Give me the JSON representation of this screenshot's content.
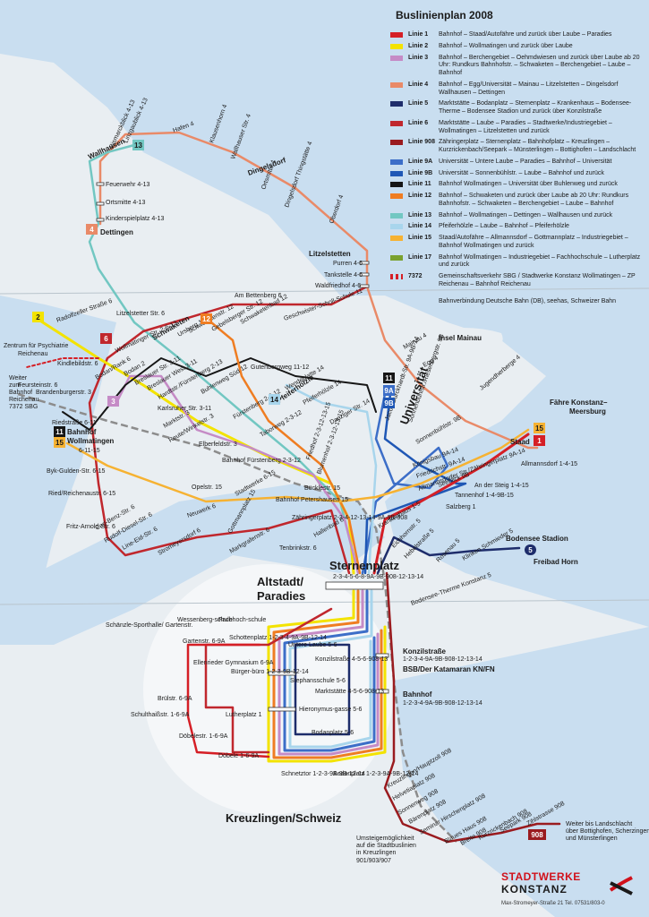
{
  "legend": {
    "title": "Buslinienplan 2008",
    "lines": [
      {
        "id": "1",
        "name": "Linie 1",
        "color": "#d51f26",
        "desc": "Bahnhof – Staad/Autofähre und zurück über Laube – Paradies"
      },
      {
        "id": "2",
        "name": "Linie 2",
        "color": "#f3e300",
        "desc": "Bahnhof – Wollmatingen und zurück über Laube"
      },
      {
        "id": "3",
        "name": "Linie 3",
        "color": "#c58bc6",
        "desc": "Bahnhof – Berchengebiet – Oehmdwiesen und zurück über Laube ab 20 Uhr: Rundkurs Bahnhofstr. – Schwaketen – Berchengebiet – Laube – Bahnhof"
      },
      {
        "id": "4",
        "name": "Linie 4",
        "color": "#e98a68",
        "desc": "Bahnhof – Egg/Universität – Mainau – Litzelstetten – Dingelsdorf Wallhausen – Dettingen"
      },
      {
        "id": "5",
        "name": "Linie 5",
        "color": "#1e2d6b",
        "desc": "Marktstätte – Bodanplatz – Sternenplatz – Krankenhaus – Bodensee-Therme – Bodensee Stadion und zurück über Konzilstraße"
      },
      {
        "id": "6",
        "name": "Linie 6",
        "color": "#c0272d",
        "desc": "Marktstätte – Laube – Paradies – Stadtwerke/Industriegebiet – Wollmatingen – Litzelstetten und zurück"
      },
      {
        "id": "908",
        "name": "Linie 908",
        "color": "#9a1b1f",
        "desc": "Zähringerplatz – Sternenplatz – Bahnhofplatz – Kreuzlingen – Kurzrickenbach/Seepark – Münsterlingen – Bottighofen – Landschlacht"
      },
      {
        "id": "9A",
        "name": "Linie 9A",
        "color": "#3c6ec8",
        "desc": "Universität – Untere Laube – Paradies – Bahnhof – Universität"
      },
      {
        "id": "9B",
        "name": "Linie 9B",
        "color": "#1f57b5",
        "desc": "Universität – Sonnenbühlstr. – Laube – Bahnhof und zurück"
      },
      {
        "id": "11",
        "name": "Linie 11",
        "color": "#161616",
        "desc": "Bahnhof Wollmatingen – Universität über Buhlenweg und zurück"
      },
      {
        "id": "12",
        "name": "Linie 12",
        "color": "#ef7d22",
        "desc": "Bahnhof – Schwaketen und zurück über Laube ab 20 Uhr: Rundkurs Bahnhofstr. – Schwaketen – Berchengebiet – Laube – Bahnhof"
      },
      {
        "id": "13",
        "name": "Linie 13",
        "color": "#72c7c2",
        "desc": "Bahnhof – Wollmatingen – Dettingen – Wallhausen und zurück"
      },
      {
        "id": "14",
        "name": "Linie 14",
        "color": "#a8d5ec",
        "desc": "Pfeiferhölzle – Laube – Bahnhof – Pfeiferhölzle"
      },
      {
        "id": "15",
        "name": "Linie 15",
        "color": "#f6b232",
        "desc": "Staad/Autofähre – Allmannsdorf – Gottmannplatz – Industriegebiet – Bahnhof Wollmatingen und zurück"
      },
      {
        "id": "17",
        "name": "Linie 17",
        "color": "#7aa12e",
        "desc": "Bahnhof Wollmatingen – Industriegebiet – Fachhochschule – Lutherplatz und zurück"
      },
      {
        "id": "7372",
        "name": "7372",
        "color": "#d51f26",
        "desc": "Gemeinschaftsverkehr SBG / Stadtwerke Konstanz Wollmatingen – ZP Reichenau – Bahnhof Reichenau"
      }
    ],
    "rail_note": "Bahnverbindung Deutsche Bahn (DB), seehas, Schweizer Bahn"
  },
  "map": {
    "colors": {
      "land": "#e9eef2",
      "lake": "#c9def0",
      "rail": "#8c8c8c"
    },
    "areas": {
      "altstadt": "Altstadt/ Paradies",
      "sternenplatz": "Sternenplatz",
      "sternenplatz_lines": "2-3-4-5-6-8-9A-9B-908-12-13-14",
      "kreuzlingen": "Kreuzlingen/Schweiz",
      "insel_mainau": "Insel Mainau",
      "faehre": "Fähre Konstanz– Meersburg",
      "bodensee_stadion": "Bodensee Stadion",
      "freibad_horn": "Freibad Horn",
      "universitaet": "Universität",
      "wallhausen": "Wallhausen",
      "dettingen": "Dettingen",
      "dingelsdorf": "Dingelsdorf",
      "litzelstetten": "Litzelstetten",
      "schwaketen": "Schwaketen",
      "pfeiferhoelzle": "Pfeiferhölzle",
      "bf_wollmatingen": "Bahnhof Wollmatingen",
      "staad": "Staad",
      "konzilstrasse": "Konzilstraße",
      "bahnhof": "Bahnhof",
      "bahnhof_lines": "1-2-3-4-9A-9B-908-12-13-14",
      "konzil_lines": "1-2-3-4-9A-9B-908-12-13-14",
      "bsb": "BSB/Der Katamaran KN/FN",
      "zentrum": "Zentrum für Psychiatrie Reichenau",
      "weiter": "Weiter zum Bahnhof Reichenau 7372 SBG",
      "weiter_ch": "Weiter bis Landschlacht über Bottighofen, Scherzingen und Münsterlingen",
      "umsteige": "Umsteigemöglichkeit auf die Stadtbuslinien in Kreuzlingen 901/903/907"
    },
    "stops": [
      {
        "k": "s_bismarck",
        "t": "Bismarckblick 4-13"
      },
      {
        "k": "s_linzgau",
        "t": "Linzgaublick 4-13"
      },
      {
        "k": "s_hafen",
        "t": "Hafen 4"
      },
      {
        "k": "s_feuerwehr",
        "t": "Feuerwehr 4-13"
      },
      {
        "k": "s_ortsmitte",
        "t": "Ortsmitte 4-13"
      },
      {
        "k": "s_kinderspiel",
        "t": "Kinderspielplatz 4-13"
      },
      {
        "k": "s_klausenhorn",
        "t": "Klausenhorn 4"
      },
      {
        "k": "s_wallhauserstr",
        "t": "Wallhauser Str. 4"
      },
      {
        "k": "s_ortsmitte4",
        "t": "Ortsmitte 4"
      },
      {
        "k": "s_thingstaette",
        "t": "Dingelsdorf Thingstätte 4"
      },
      {
        "k": "s_oberdorf",
        "t": "Oberdorf 4"
      },
      {
        "k": "s_purren",
        "t": "Purren 4-6"
      },
      {
        "k": "s_tankstelle",
        "t": "Tankstelle 4-6"
      },
      {
        "k": "s_waldfriedhof",
        "t": "Waldfriedhof 4-6"
      },
      {
        "k": "s_radolfzeller",
        "t": "Radolfzeller Straße 6"
      },
      {
        "k": "s_ambettenberg",
        "t": "Am Bettenberg 6"
      },
      {
        "k": "s_litzelstetterstr",
        "t": "Litzelstetter Str. 6"
      },
      {
        "k": "s_wollmatingerstr",
        "t": "Wollmatinger Str. 2-6-13"
      },
      {
        "k": "s_ursberg",
        "t": "Ursberg 12"
      },
      {
        "k": "s_schwaketenstr",
        "t": "Schwaketenstr. 12"
      },
      {
        "k": "s_gebelsberger",
        "t": "Gebelsberger Str. 12"
      },
      {
        "k": "s_schwaketenbad",
        "t": "Schwaketenbad 12"
      },
      {
        "k": "s_geschwister",
        "t": "Geschwister-Scholl-Schule 11"
      },
      {
        "k": "s_kindlebild",
        "t": "Kindlebildstr. 6"
      },
      {
        "k": "s_bodanbodan",
        "t": "Bodan/Rank 6"
      },
      {
        "k": "s_bodan2",
        "t": "Bodan 2"
      },
      {
        "k": "s_breslauer",
        "t": "Breslauer Str. 3-11"
      },
      {
        "k": "s_breslauerwest",
        "t": "Breslauer West 3-11"
      },
      {
        "k": "s_hardtstr",
        "t": "Hardtstr./Fürstenberg 2-13"
      },
      {
        "k": "s_buhlenweg",
        "t": "Buhlenweg Süd 12"
      },
      {
        "k": "s_gutenberg",
        "t": "Gutenbergweg 11-12"
      },
      {
        "k": "s_wendeplatte",
        "t": "Wendeplatte 14"
      },
      {
        "k": "s_pfeiferhoelzle14",
        "t": "Pfeiferhölzle 14"
      },
      {
        "k": "s_danzigerstr",
        "t": "Danziger Str. 14"
      },
      {
        "k": "s_feursteinstr",
        "t": "Feursteinstr. 6"
      },
      {
        "k": "s_brandenburger",
        "t": "Brandenburgerstr. 3"
      },
      {
        "k": "s_karlsruher",
        "t": "Karlsruher Str. 3-11"
      },
      {
        "k": "s_marktstr",
        "t": "Marktstr. 3"
      },
      {
        "k": "s_reutewinkel",
        "t": "Reute/Winkelstr. 3"
      },
      {
        "k": "s_fuerstenberg",
        "t": "Fürstenberg 2-3-12"
      },
      {
        "k": "s_riedstrasse",
        "t": "Riedstraße 6-11"
      },
      {
        "k": "s_elberfeld",
        "t": "Elberfeldstr. 3"
      },
      {
        "k": "s_taborweg",
        "t": "Taborweg 2-3-12"
      },
      {
        "k": "s_jacobburck",
        "t": "Jacob-Burckhardt-Str. 9A-9B-14"
      },
      {
        "k": "s_sonnenbuehl",
        "t": "Sonnenbühlstr./Riesenbergstr. 9B"
      },
      {
        "k": "s_sonnenbuehl2",
        "t": "Sonnenbühlstr. 9B"
      },
      {
        "k": "s_mainau",
        "t": "Mainau 4"
      },
      {
        "k": "s_egg",
        "t": "Egg 4"
      },
      {
        "k": "s_jugendherberge",
        "t": "Jugendherberge 4"
      },
      {
        "k": "s_bykguiden",
        "t": "Byk-Gulden-Str. 6-15"
      },
      {
        "k": "s_bfwollm",
        "t": "6-11-15"
      },
      {
        "k": "s_bffuerstenberg",
        "t": "Bahnhof Fürstenberg 2-3-12"
      },
      {
        "k": "s_friedhof",
        "t": "Friedhof 2-3-12-13-15"
      },
      {
        "k": "s_blumenhof",
        "t": "Blumenhof 2-3-12-13-15"
      },
      {
        "k": "s_koenigsbau",
        "t": "Königsbau 9A-14"
      },
      {
        "k": "s_friedrichstr",
        "t": "Friedrichstr. 9A-14"
      },
      {
        "k": "s_allmannsdorfer",
        "t": "Allmannsdorfer Str./Zähringerplatz 9A-14"
      },
      {
        "k": "s_seeblick",
        "t": "Seeblick 9B"
      },
      {
        "k": "s_allmannsdorf",
        "t": "Allmannsdorf 1-4-15"
      },
      {
        "k": "s_ansteig",
        "t": "An der Steig 1-4-15"
      },
      {
        "k": "s_tannenhof",
        "t": "Tannenhof 1-4-9B-15"
      },
      {
        "k": "s_ried",
        "t": "Ried/Reichenaustr. 6-15"
      },
      {
        "k": "s_opelstr",
        "t": "Opelstr. 15"
      },
      {
        "k": "s_stadtwerke",
        "t": "Stadtwerke 6-15"
      },
      {
        "k": "s_buecklestr",
        "t": "Bücklestr. 15"
      },
      {
        "k": "s_bfpetershausen",
        "t": "Bahnhof Petershausen 15"
      },
      {
        "k": "s_zaehringer",
        "t": "Zähringerplatz 2-3-4-12-13-14-9A-9B-908"
      },
      {
        "k": "s_salzberg",
        "t": "Salzberg 1"
      },
      {
        "k": "s_krankenhaus",
        "t": "Krankenhaus 1-5"
      },
      {
        "k": "s_fritzarnold",
        "t": "Fritz-Arnold-Str. 6"
      },
      {
        "k": "s_carlbenz",
        "t": "Carl-Benz-Str. 6"
      },
      {
        "k": "s_rudolfdiesel",
        "t": "Rudolf-Diesel-Str. 6"
      },
      {
        "k": "s_lineeid",
        "t": "Line-Eid-Str. 6"
      },
      {
        "k": "s_stromeyer",
        "t": "Stromeyersdorf 6"
      },
      {
        "k": "s_neuwerk",
        "t": "Neuwerk 6"
      },
      {
        "k": "s_gottmann",
        "t": "Gottmannplatz 15"
      },
      {
        "k": "s_markgrafen",
        "t": "Markgrafenstr. 6"
      },
      {
        "k": "s_tenbrink",
        "t": "Tenbrinkstr. 6"
      },
      {
        "k": "s_hallenbad",
        "t": "Hallenbad 6"
      },
      {
        "k": "s_eichhorn",
        "t": "Eichhornstr. 5"
      },
      {
        "k": "s_hebelstr",
        "t": "Hebelstraße 5"
      },
      {
        "k": "s_rosenau",
        "t": "Rosenau 5"
      },
      {
        "k": "s_klinken",
        "t": "Klinken Schmieder 5"
      },
      {
        "k": "s_therme",
        "t": "Bodensee-Therme Konstanz 5"
      },
      {
        "k": "s_schaenzle",
        "t": "Schänzle-Sporthalle/ Gartenstr."
      },
      {
        "k": "s_wessenberg",
        "t": "Wessenberg-schule"
      },
      {
        "k": "s_fachhoch",
        "t": "Fachhoch-schule"
      },
      {
        "k": "s_gartenstr",
        "t": "Gartenstr. 6-9A"
      },
      {
        "k": "s_schottenplatz",
        "t": "Schottenplatz 1-2-3-4-9A-9B-12-14"
      },
      {
        "k": "s_untere",
        "t": "Untere Laube 5-6"
      },
      {
        "k": "s_ellenrieder",
        "t": "Ellenrieder Gymnasium 6-9A"
      },
      {
        "k": "s_buerger",
        "t": "Bürger-büro 1-2-3-9B-12-14"
      },
      {
        "k": "s_konzilstr5",
        "t": "Konzilstraße 4-5-6-908-13"
      },
      {
        "k": "s_stephans",
        "t": "Stephansschule 5-6"
      },
      {
        "k": "s_marktstaette",
        "t": "Marktstätte 4-5-6-908-13"
      },
      {
        "k": "s_bruelstr",
        "t": "Brülstr. 6-9A"
      },
      {
        "k": "s_schulthaiss",
        "t": "Schulthaißstr. 1-6-9A"
      },
      {
        "k": "s_lutherplatz",
        "t": "Lutherplatz 1"
      },
      {
        "k": "s_hieronymus",
        "t": "Hieronymus-gasse 5-6"
      },
      {
        "k": "s_doebelestr",
        "t": "Döbelestr. 1-6-9A"
      },
      {
        "k": "s_bodanplatz56",
        "t": "Bodanplatz 5-6"
      },
      {
        "k": "s_doebele",
        "t": "Döbele 1-6-9A"
      },
      {
        "k": "s_schnetztor",
        "t": "Schnetztor 1-2-3-9A-9B-12-14"
      },
      {
        "k": "s_bodanplatz",
        "t": "Bodanplatz 1-2-3-9A-9B-12-14"
      },
      {
        "k": "s_kreuzlhaupt",
        "t": "Kreuzlingen/Hauptzoll 908"
      },
      {
        "k": "s_helvetia",
        "t": "Helvetiaplatz 908"
      },
      {
        "k": "s_sonnenweg",
        "t": "Sonnenweg 908"
      },
      {
        "k": "s_baerenplatz",
        "t": "Bärenplatz 908"
      },
      {
        "k": "s_seminar",
        "t": "Seminar Hirschenplatz 908"
      },
      {
        "k": "s_blaues",
        "t": "Blaues Haus 908"
      },
      {
        "k": "s_breite",
        "t": "Breite 908"
      },
      {
        "k": "s_kurzricken",
        "t": "Kurzrickenbach 908"
      },
      {
        "k": "s_seepark",
        "t": "Seepark 908"
      },
      {
        "k": "s_zihlstrasse",
        "t": "Zihlstrasse 908"
      }
    ],
    "badges": {
      "b13": "13",
      "b4": "4",
      "b2": "2",
      "b6": "6",
      "b12": "12",
      "b3": "3",
      "b14": "14",
      "b11a": "11",
      "b9a": "9A",
      "b9b": "9B",
      "b11b": "11",
      "b15a": "15",
      "b15b": "15",
      "b1": "1",
      "b5": "5",
      "b908": "908"
    }
  },
  "footer": {
    "logo_line1": "STADTWERKE",
    "logo_line2": "KONSTANZ",
    "address": "Max-Stromeyer-Straße 21 Tel. 07531/803-0"
  }
}
